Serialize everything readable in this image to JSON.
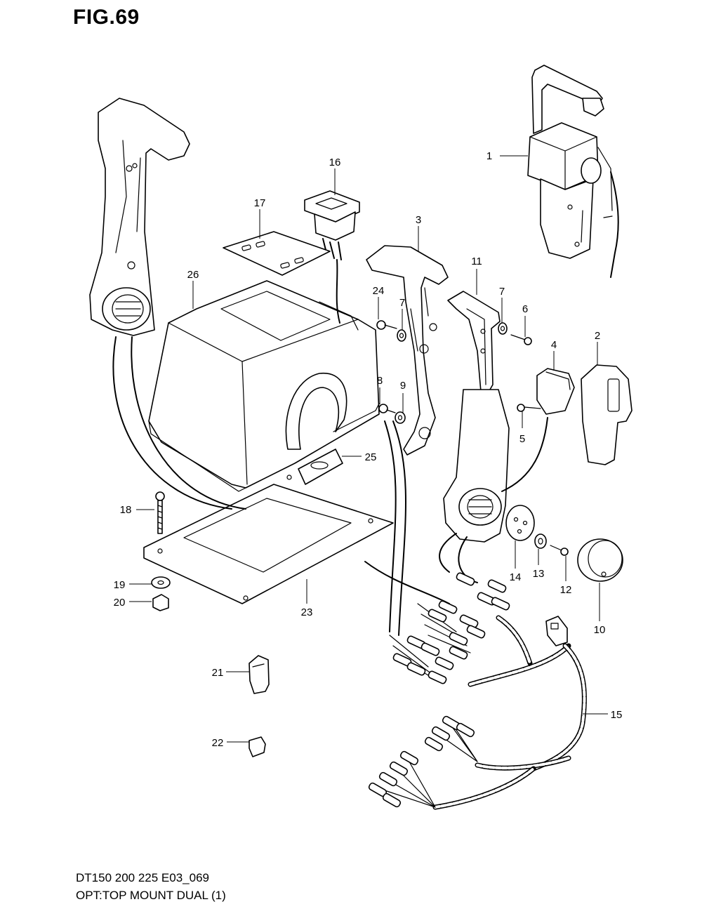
{
  "figure": {
    "title": "FIG.69",
    "model_code": "DT150 200 225 E03_069",
    "caption": "OPT:TOP MOUNT DUAL (1)"
  },
  "callouts": [
    {
      "id": "c1",
      "label": "1"
    },
    {
      "id": "c2",
      "label": "2"
    },
    {
      "id": "c3",
      "label": "3"
    },
    {
      "id": "c4",
      "label": "4"
    },
    {
      "id": "c5",
      "label": "5"
    },
    {
      "id": "c6",
      "label": "6"
    },
    {
      "id": "c7a",
      "label": "7"
    },
    {
      "id": "c7b",
      "label": "7"
    },
    {
      "id": "c8",
      "label": "8"
    },
    {
      "id": "c9",
      "label": "9"
    },
    {
      "id": "c10",
      "label": "10"
    },
    {
      "id": "c11",
      "label": "11"
    },
    {
      "id": "c12",
      "label": "12"
    },
    {
      "id": "c13",
      "label": "13"
    },
    {
      "id": "c14",
      "label": "14"
    },
    {
      "id": "c15",
      "label": "15"
    },
    {
      "id": "c16",
      "label": "16"
    },
    {
      "id": "c17",
      "label": "17"
    },
    {
      "id": "c18",
      "label": "18"
    },
    {
      "id": "c19",
      "label": "19"
    },
    {
      "id": "c20",
      "label": "20"
    },
    {
      "id": "c21",
      "label": "21"
    },
    {
      "id": "c22",
      "label": "22"
    },
    {
      "id": "c23",
      "label": "23"
    },
    {
      "id": "c24",
      "label": "24"
    },
    {
      "id": "c25",
      "label": "25"
    },
    {
      "id": "c26",
      "label": "26"
    }
  ]
}
